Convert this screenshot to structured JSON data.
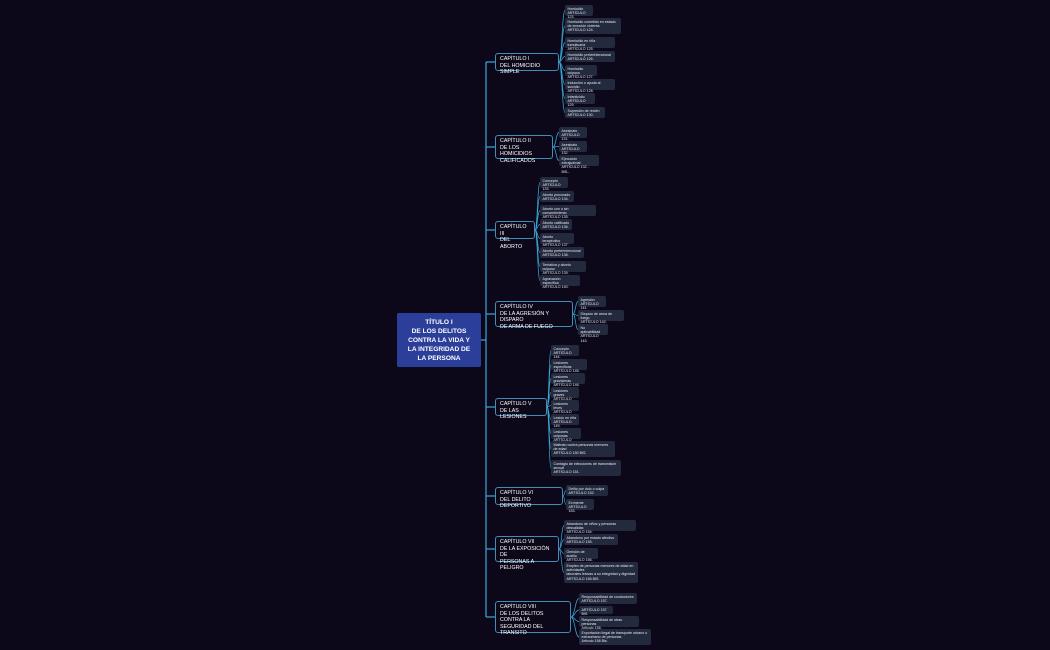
{
  "root": {
    "title": "TÍTULO I\nDE LOS DELITOS\nCONTRA LA VIDA Y\nLA INTEGRIDAD DE\nLA PERSONA"
  },
  "colors": {
    "background": "#0c0819",
    "root_fill": "#2b3e99",
    "connector": "#3aa8d8",
    "chapter_border": "#3d8fb8",
    "leaf_fill": "#232a3d"
  },
  "chapters": [
    {
      "label": "CAPÍTULO I\nDEL HOMICIDIO SIMPLE",
      "items": [
        "Homicidio\nARTÍCULO 123.",
        "Homicidio cometido en estado\nde emoción violenta\nARTÍCULO 124.",
        "Homicidio en riña tumultuaria\nARTÍCULO 125.",
        "Homicidio preterintencional\nARTÍCULO 126.",
        "Homicidio culposo\nARTÍCULO 127.",
        "Inducción o ayuda al suicidio\nARTÍCULO 128.",
        "Infanticidio\nARTÍCULO 129.",
        "Supresión de recién\nARTÍCULO 130."
      ]
    },
    {
      "label": "CAPÍTULO II\nDE LOS HOMICIDIOS\nCALIFICADOS",
      "items": [
        "Asesinato\nARTÍCULO 131.",
        "Asesinato\nARTÍCULO 132.",
        "Ejecución extrajudicial\nARTÍCULO 132 -BIS-."
      ]
    },
    {
      "label": "CAPÍTULO III\nDEL ABORTO",
      "items": [
        "Concepto\nARTÍCULO 133.",
        "Aborto procurado\nARTÍCULO 134.",
        "Aborto con o sin consentimiento\nARTÍCULO 135.",
        "Aborto calificado\nARTÍCULO 136.",
        "Aborto terapéutico\nARTÍCULO 137.",
        "Aborto preterintencional\nARTÍCULO 138.",
        "Tentativa y aborto culposo\nARTÍCULO 139.",
        "Agravación específica\nARTÍCULO 140."
      ]
    },
    {
      "label": "CAPÍTULO IV\nDE LA AGRESIÓN Y DISPARO\nDE ARMA DE FUEGO",
      "items": [
        "Agresión\nARTÍCULO 141.",
        "Disparo de arma de fuego\nARTÍCULO 142.",
        "No aplicabilidad\nARTÍCULO 143."
      ]
    },
    {
      "label": "CAPÍTULO V\nDE LAS LESIONES",
      "items": [
        "Concepto\nARTÍCULO 144.",
        "Lesiones específicas\nARTÍCULO 145.",
        "Lesiones gravísimas\nARTÍCULO 146.",
        "Lesiones graves\nARTÍCULO 147.",
        "Lesiones leves\nARTÍCULO 148.",
        "Lesión en riña\nARTÍCULO 149.",
        "Lesiones culposas\nARTÍCULO 150.",
        "Maltrato contra personas menores\nde edad\nARTÍCULO 150 BIS.",
        "Contagio de infecciones de transmisión\nsexual\nARTÍCULO 151."
      ]
    },
    {
      "label": "CAPÍTULO VI\nDEL DELITO DEPORTIVO",
      "items": [
        "Delito por dolo o culpa\nARTÍCULO 152.",
        "Exímente\nARTÍCULO 153."
      ]
    },
    {
      "label": "CAPÍTULO VII\nDE LA EXPOSICIÓN DE\nPERSONAS A PELIGRO",
      "items": [
        "Abandono de niños y personas desvalidas\nARTÍCULO 154.",
        "Abandono por estado afectivo\nARTÍCULO 155.",
        "Omisión de auxilio\nARTÍCULO 156.",
        "Empleo de personas menores de edad en\nactividades\nlaborales lesivas a su integridad y dignidad\nARTÍCULO 156 BIS."
      ]
    },
    {
      "label": "CAPÍTULO VIII\nDE LOS DELITOS CONTRA LA\nSEGURIDAD DEL\nTRANSITO",
      "items": [
        "Responsabilidad de conductores\nARTÍCULO 157.",
        "ARTÍCULO 157 BIS.",
        "Responsabilidad de otras personas\nArtículo 158.",
        "Exportación ilegal de transporte urbano o\nextraurbano de personas\nArtículo 158 Bis."
      ]
    }
  ]
}
